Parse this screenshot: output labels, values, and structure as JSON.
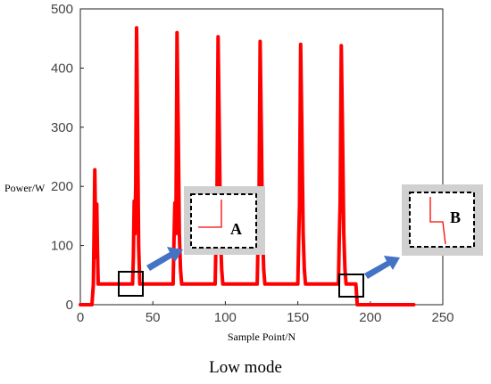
{
  "chart_data": {
    "type": "line",
    "title": "",
    "xlabel": "Sample Point/N",
    "ylabel": "Power/W",
    "caption": "Low mode",
    "xlim": [
      0,
      250
    ],
    "ylim": [
      0,
      500
    ],
    "xticks": [
      "0",
      "50",
      "100",
      "150",
      "200",
      "250"
    ],
    "yticks": [
      "0",
      "100",
      "200",
      "300",
      "400",
      "500"
    ],
    "grid": false,
    "legend": "none",
    "series_color": "#ff0000",
    "series": [
      {
        "x": [
          0,
          7,
          8,
          9,
          9.6,
          10,
          10.4,
          10.8,
          11.3,
          11.8,
          12.3,
          13,
          36,
          36.6,
          37.1,
          37.6,
          38.2,
          38.8,
          39.5,
          40.2,
          41,
          41.8,
          42.5,
          64,
          64.6,
          65.2,
          65.9,
          66.7,
          67.5,
          68.3,
          69.1,
          69.9,
          70.6,
          93,
          93.6,
          94.2,
          95,
          95.8,
          96.7,
          97.5,
          98.3,
          99,
          122,
          122.6,
          123.2,
          124,
          124.8,
          125.7,
          126.5,
          127.3,
          128,
          150,
          150.6,
          151.2,
          152,
          152.8,
          153.7,
          154.5,
          155.3,
          156,
          178,
          178.6,
          179.2,
          180,
          180.8,
          181.7,
          182.5,
          183.3,
          184,
          187,
          190,
          191,
          200,
          230
        ],
        "y": [
          0,
          0,
          0,
          35,
          150,
          228,
          150,
          80,
          170,
          90,
          35,
          35,
          35,
          80,
          175,
          120,
          200,
          468,
          300,
          100,
          35,
          35,
          35,
          35,
          110,
          172,
          120,
          460,
          300,
          120,
          60,
          35,
          35,
          35,
          110,
          170,
          453,
          300,
          120,
          60,
          35,
          35,
          35,
          110,
          170,
          445,
          300,
          120,
          60,
          35,
          35,
          35,
          110,
          170,
          440,
          300,
          120,
          60,
          35,
          35,
          35,
          110,
          170,
          438,
          300,
          120,
          60,
          35,
          35,
          35,
          35,
          0,
          0,
          0
        ]
      }
    ],
    "insets": [
      {
        "label": "A"
      },
      {
        "label": "B"
      }
    ]
  }
}
